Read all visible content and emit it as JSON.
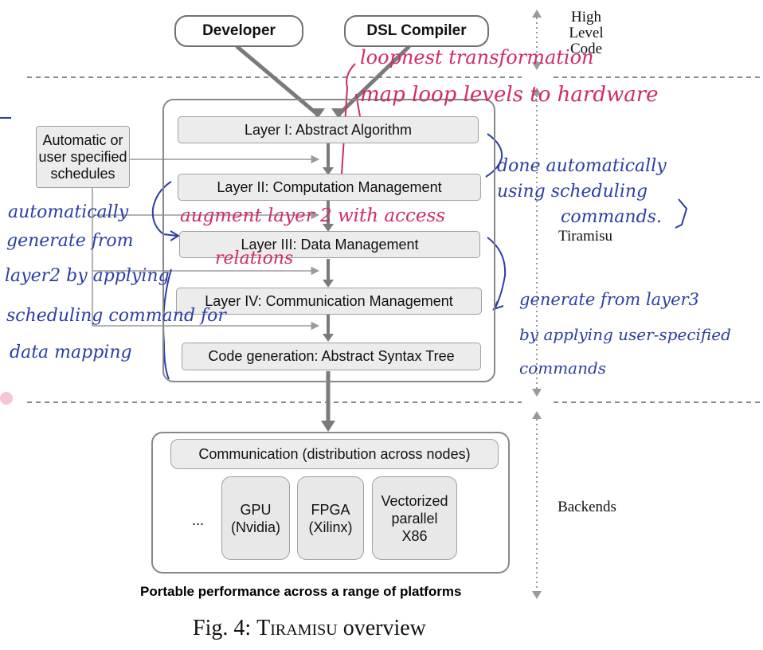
{
  "diagram": {
    "sources": {
      "developer": "Developer",
      "dsl_compiler": "DSL Compiler"
    },
    "side_labels": {
      "high_level_code": "High\nLevel\nCode",
      "tiramisu": "Tiramisu",
      "backends": "Backends"
    },
    "schedules_box": "Automatic or\nuser specified\nschedules",
    "layers": [
      "Layer I: Abstract Algorithm",
      "Layer II: Computation Management",
      "Layer III: Data Management",
      "Layer IV: Communication Management",
      "Code generation: Abstract Syntax Tree"
    ],
    "communication_box": "Communication (distribution across nodes)",
    "ellipsis": "...",
    "backends": [
      "GPU\n(Nvidia)",
      "FPGA\n(Xilinx)",
      "Vectorized\nparallel\nX86"
    ],
    "bottom_label": "Portable performance across a range of platforms",
    "caption": {
      "prefix": "Fig. 4: ",
      "name": "Tiramisu",
      "suffix": " overview"
    }
  },
  "annotations": {
    "pink": {
      "loopnest": "loopnest transformation",
      "map_loops": "map loop levels to hardware",
      "augment": "augment layer 2 with access",
      "relations": "relations"
    },
    "blue": {
      "done_automatically": "done automatically",
      "using_scheduling": "using scheduling",
      "commands": "commands.",
      "left_1": "automatically",
      "left_2": "generate from",
      "left_3": "layer2 by applying",
      "left_4": "scheduling command for",
      "left_5": "data mapping",
      "right_1": "generate from layer3",
      "right_2": "by applying user-specified",
      "right_3": "commands"
    }
  },
  "colors": {
    "pen_blue": "#2b3ea6",
    "pen_pink": "#d12a6a",
    "arrow_gray": "#7a7a7a"
  }
}
